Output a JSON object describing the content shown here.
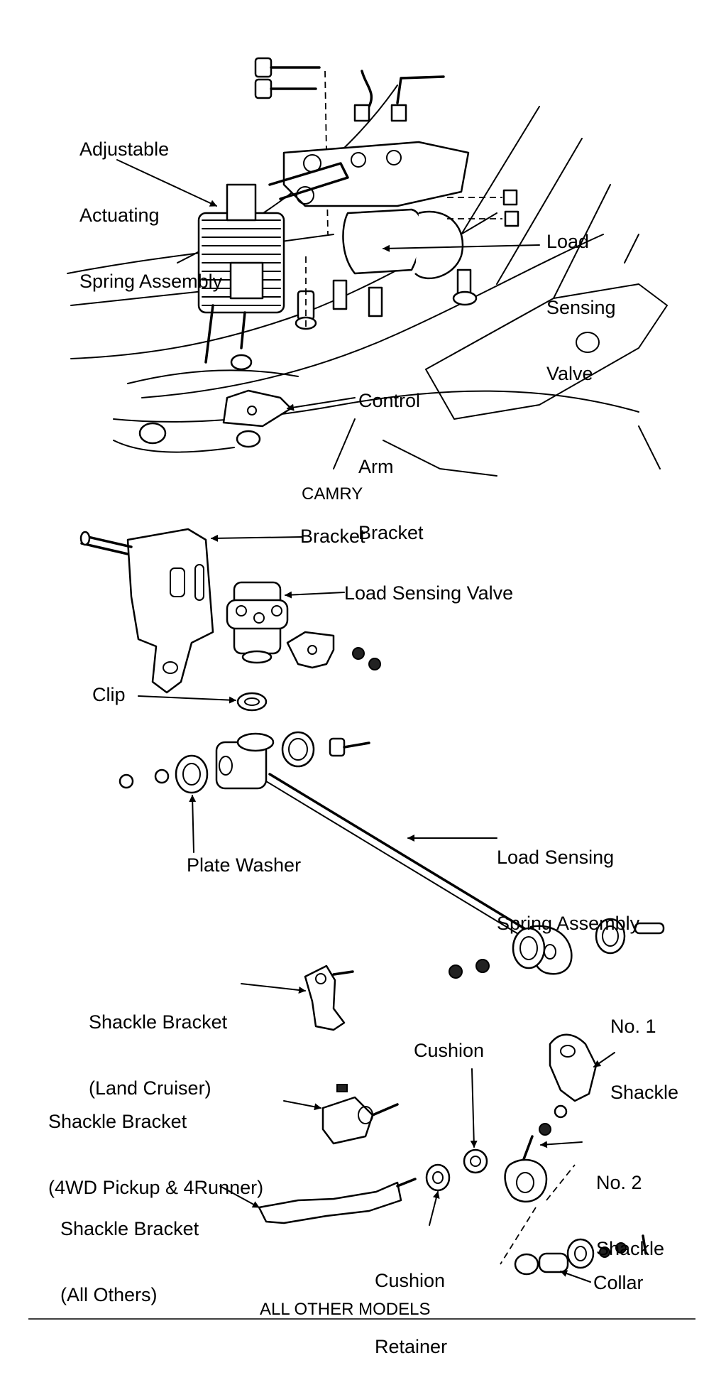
{
  "camry": {
    "caption": "CAMRY",
    "labels": {
      "adjustable_actuating_spring_assembly": [
        "Adjustable",
        "Actuating",
        "Spring Assembly"
      ],
      "load_sensing_valve": [
        "Load",
        "Sensing",
        "Valve"
      ],
      "control_arm_bracket": [
        "Control",
        "Arm",
        "Bracket"
      ]
    }
  },
  "others": {
    "caption": "ALL OTHER MODELS",
    "labels": {
      "bracket": "Bracket",
      "load_sensing_valve": "Load Sensing Valve",
      "clip": "Clip",
      "plate_washer": "Plate Washer",
      "load_sensing_spring_assembly": [
        "Load Sensing",
        "Spring Assembly"
      ],
      "shackle_bracket_land_cruiser": [
        "Shackle Bracket",
        "(Land Cruiser)"
      ],
      "no1_shackle": [
        "No. 1",
        "Shackle"
      ],
      "cushion": "Cushion",
      "shackle_bracket_4wd": [
        "Shackle Bracket",
        "(4WD Pickup & 4Runner)"
      ],
      "no2_shackle": [
        "No. 2",
        "Shackle"
      ],
      "shackle_bracket_all_others": [
        "Shackle Bracket",
        "(All Others)"
      ],
      "cushion_retainer": [
        "Cushion",
        "Retainer"
      ],
      "collar": "Collar"
    }
  }
}
